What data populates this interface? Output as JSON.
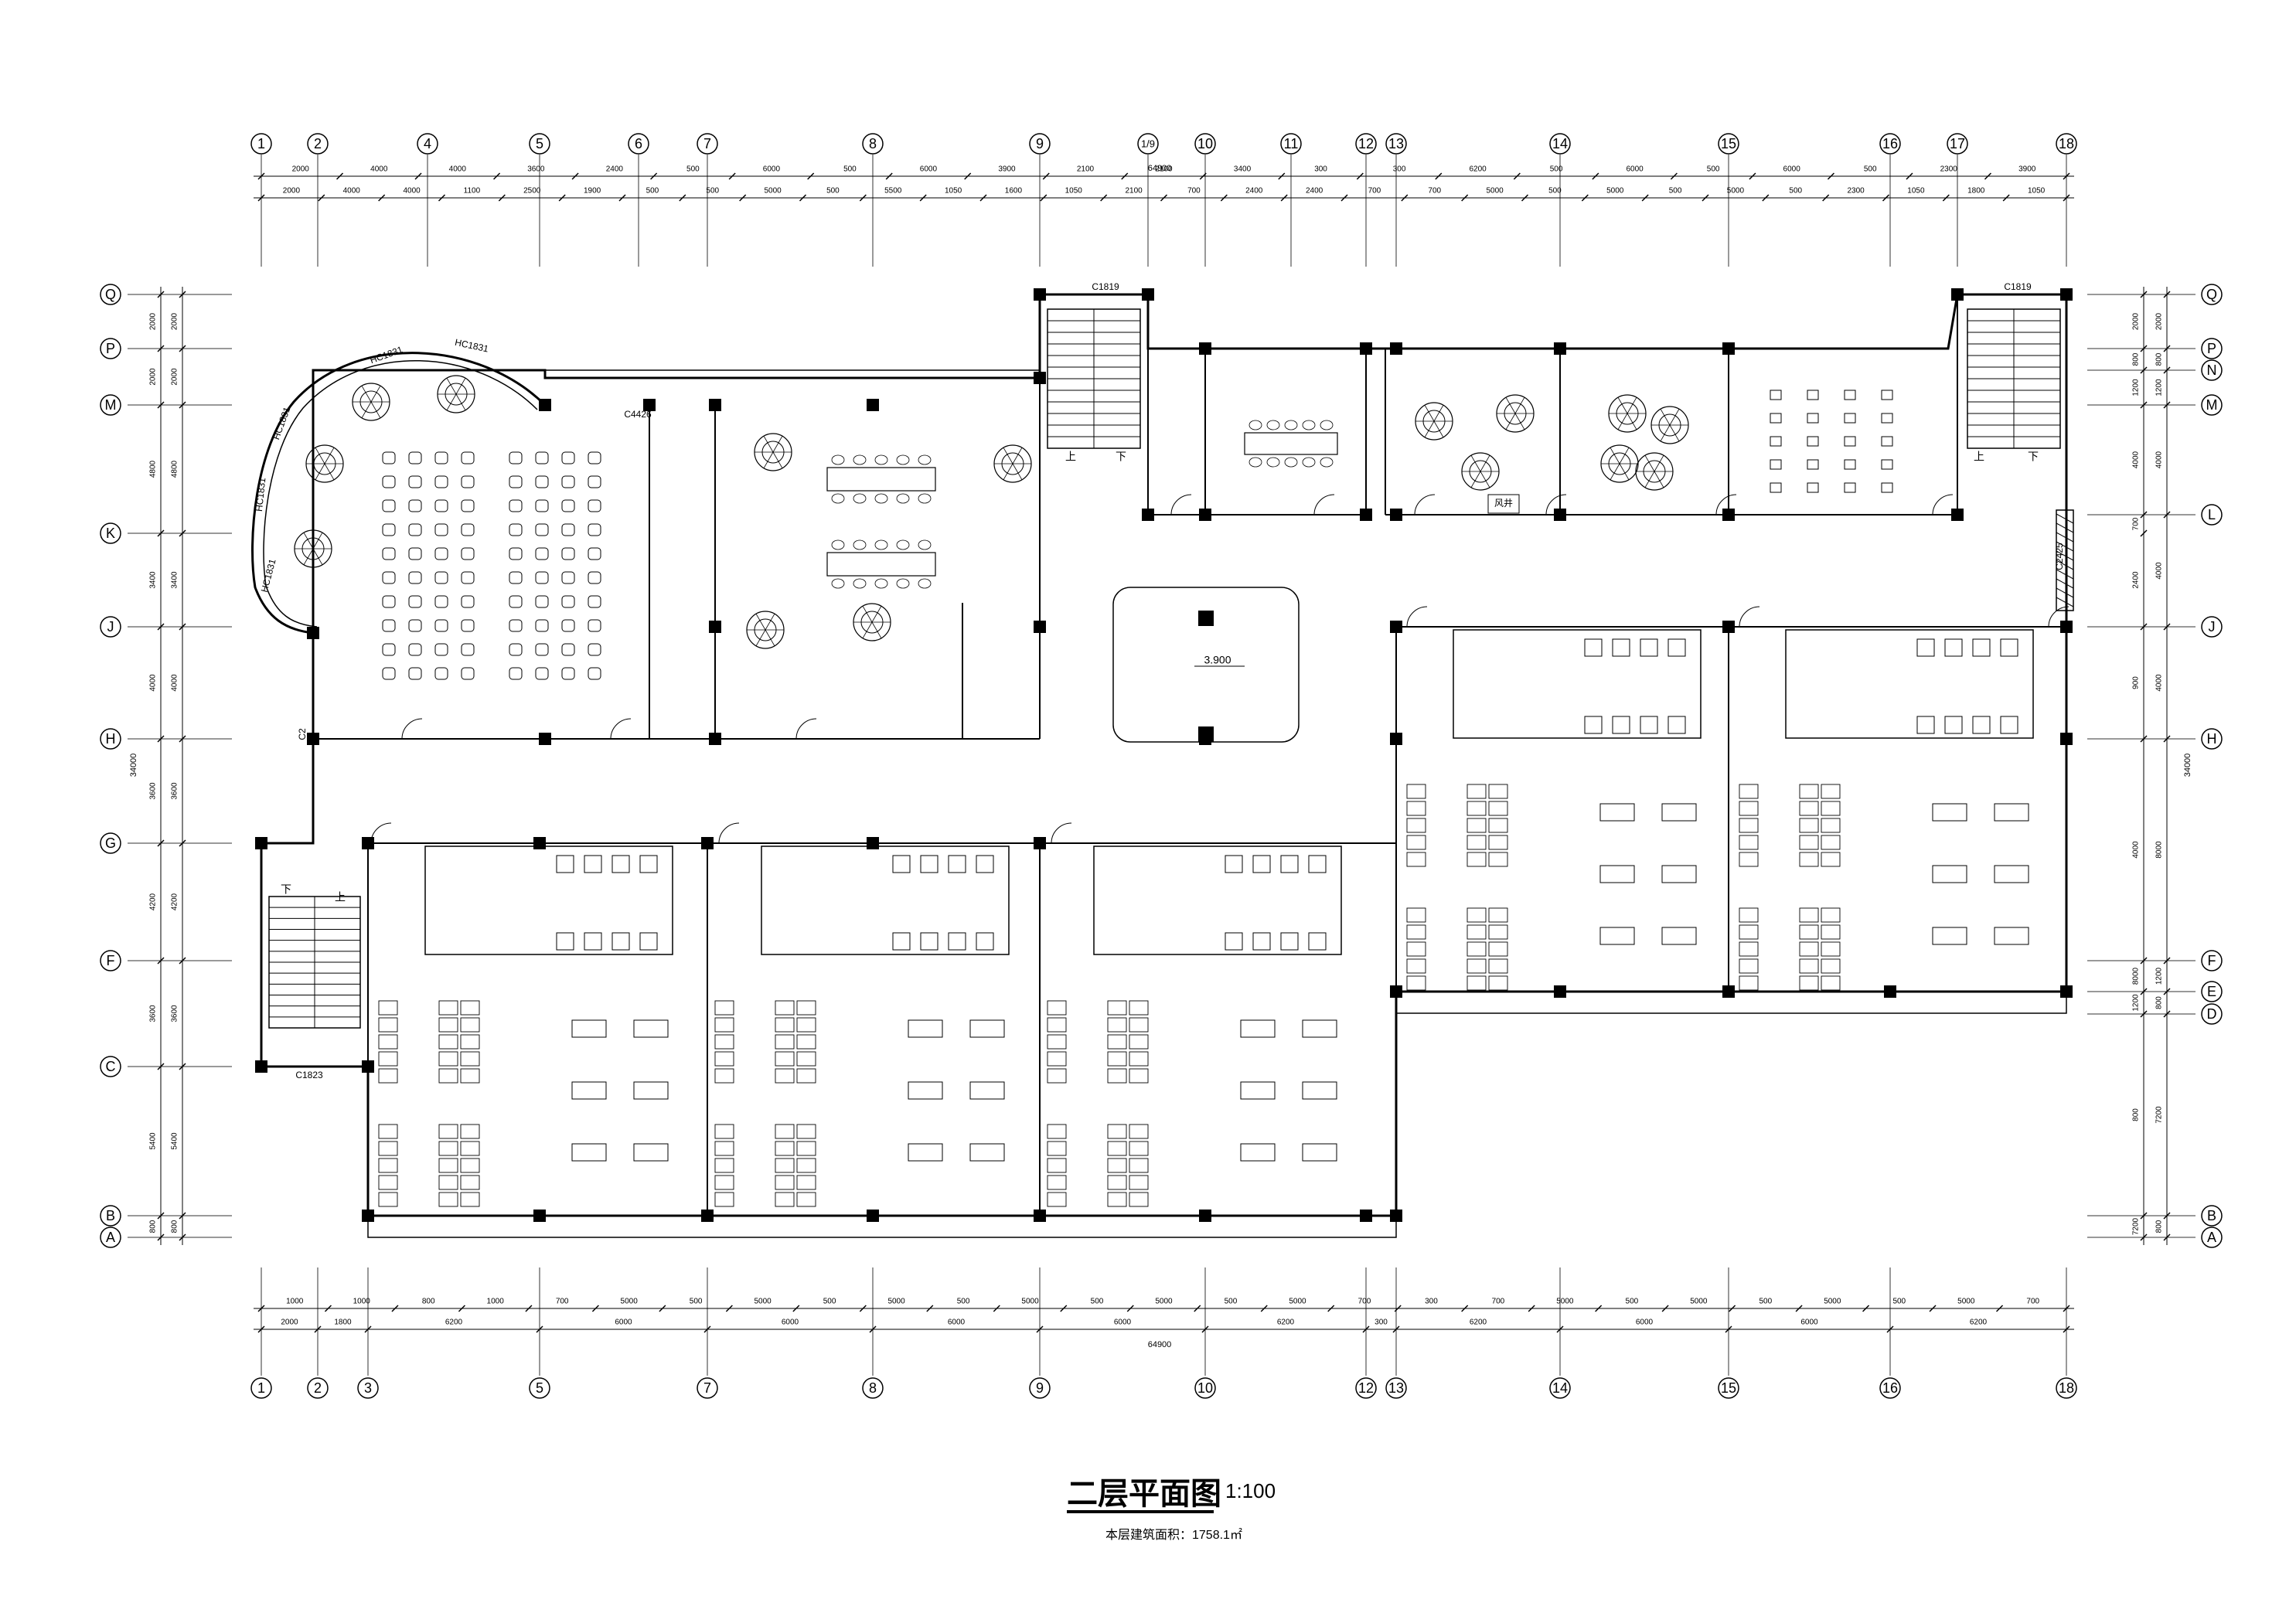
{
  "drawing": {
    "title": "二层平面图",
    "scale": "1:100",
    "area_note": "本层建筑面积：1758.1㎡"
  },
  "axes": {
    "top": [
      "1",
      "2",
      "4",
      "5",
      "6",
      "7",
      "8",
      "9",
      "1/9",
      "10",
      "11",
      "12",
      "13",
      "14",
      "15",
      "16",
      "17",
      "18"
    ],
    "bottom": [
      "1",
      "2",
      "3",
      "5",
      "7",
      "8",
      "9",
      "10",
      "12",
      "13",
      "14",
      "15",
      "16",
      "18"
    ],
    "rows": [
      "Q",
      "P",
      "N",
      "M",
      "L",
      "K",
      "J",
      "H",
      "G",
      "F",
      "E",
      "D",
      "C",
      "B",
      "A"
    ]
  },
  "dimensions": {
    "top_total": "64900",
    "top_row1": [
      "2000",
      "4000",
      "4000",
      "3600",
      "2400",
      "500",
      "6000",
      "500",
      "6000",
      "3900",
      "2100",
      "2100",
      "3400",
      "300",
      "300",
      "6200",
      "500",
      "6000",
      "500",
      "6000",
      "500",
      "2300",
      "3900"
    ],
    "top_row2": [
      "2000",
      "4000",
      "4000",
      "1100",
      "2500",
      "1900",
      "500",
      "500",
      "5000",
      "500",
      "5500",
      "1050",
      "1600",
      "1050",
      "2100",
      "700",
      "2400",
      "2400",
      "700",
      "700",
      "5000",
      "500",
      "5000",
      "500",
      "5000",
      "500",
      "2300",
      "1050",
      "1800",
      "1050"
    ],
    "bottom_row1": [
      "1000",
      "1000",
      "800",
      "1000",
      "700",
      "5000",
      "500",
      "5000",
      "500",
      "5000",
      "500",
      "5000",
      "500",
      "5000",
      "500",
      "5000",
      "700",
      "300",
      "700",
      "5000",
      "500",
      "5000",
      "500",
      "5000",
      "500",
      "5000",
      "700"
    ],
    "bottom_row2": [
      "2000",
      "1800",
      "6200",
      "6000",
      "6000",
      "6000",
      "6000",
      "6200",
      "300",
      "6200",
      "6000",
      "6000",
      "6200"
    ],
    "bottom_total": "64900",
    "left_col1": [
      "2000",
      "2000",
      "4800",
      "3400",
      "4000",
      "3600",
      "4200",
      "3600",
      "5400",
      "800"
    ],
    "left_col2": [
      "2000",
      "2000",
      "4800",
      "3400",
      "4000",
      "3600",
      "4200",
      "3600",
      "5400",
      "800"
    ],
    "left_total": "34000",
    "right_col1": [
      "2000",
      "800",
      "1200",
      "4000",
      "700",
      "2400",
      "900",
      "4000",
      "8000",
      "1200",
      "800",
      "7200",
      "800"
    ],
    "right_col2": [
      "2000",
      "800",
      "1200",
      "4000",
      "4000",
      "4000",
      "8000",
      "1200",
      "800",
      "7200",
      "800"
    ],
    "right_total": "34000"
  },
  "labels": {
    "windows": [
      "HC1831",
      "HC1831",
      "HC1831",
      "HC1831",
      "HC1831",
      "C1819",
      "C1819",
      "C4426",
      "C1823",
      "C2425",
      "C2"
    ],
    "level_mark": "3.900",
    "shaft": "风井",
    "stair_marks": [
      "上",
      "下",
      "上",
      "下",
      "下",
      "上"
    ]
  }
}
